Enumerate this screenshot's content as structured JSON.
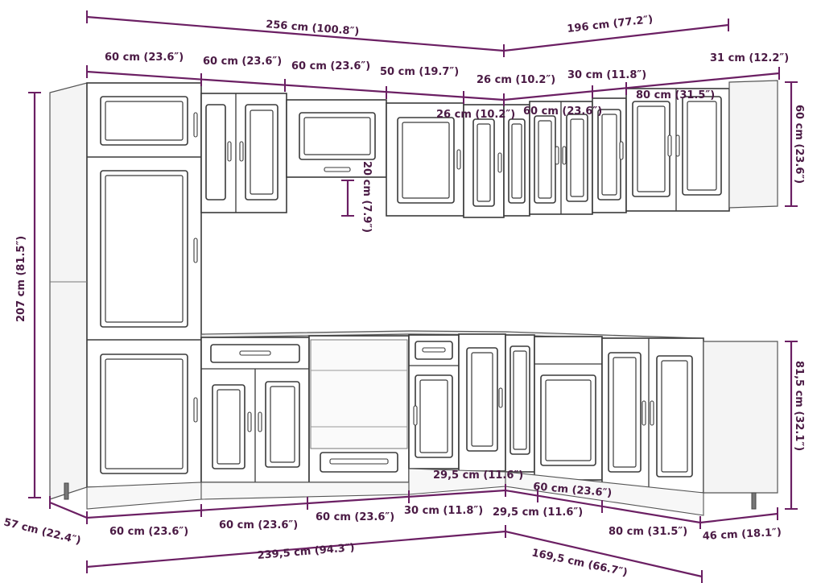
{
  "dimensions": {
    "top_total_left": "256 cm (100.8″)",
    "top_total_right": "196 cm (77.2″)",
    "top_w1": "60 cm (23.6″)",
    "top_w2": "60 cm (23.6″)",
    "top_w3": "60 cm (23.6″)",
    "top_w4": "50 cm (19.7″)",
    "top_w5": "26 cm (10.2″)",
    "top_w6": "30 cm (11.8″)",
    "top_w7": "31 cm (12.2″)",
    "upper_inner_26": "26 cm (10.2″)",
    "upper_inner_60": "60 cm (23.6″)",
    "upper_inner_80": "80 cm (31.5″)",
    "upper_height": "60 cm (23.6″)",
    "gap_height": "20 cm (7.9″)",
    "total_height": "207 cm (81.5″)",
    "base_height": "81,5 cm (32.1″)",
    "depth_left": "57 cm (22.4″)",
    "depth_right": "46 cm (18.1″)",
    "bot_w1": "60 cm (23.6″)",
    "bot_w2": "60 cm (23.6″)",
    "bot_w3": "60 cm (23.6″)",
    "bot_w4": "30 cm (11.8″)",
    "bot_w5": "29,5 cm (11.6″)",
    "bot_w6": "80 cm (31.5″)",
    "bot_inner_29": "29,5 cm (11.6″)",
    "bot_inner_60": "60 cm (23.6″)",
    "bot_total_left": "239,5 cm (94.3″)",
    "bot_total_right": "169,5 cm (66.7″)"
  },
  "colors": {
    "dimension_line": "#6b1f63",
    "outline": "#3a3a3a"
  }
}
